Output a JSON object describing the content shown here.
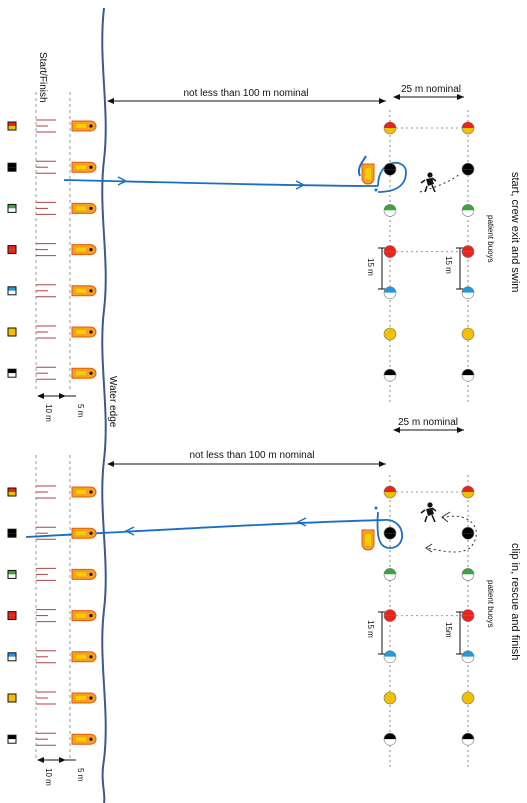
{
  "labels": {
    "start_finish": "Start/Finish",
    "water_edge": "Water edge",
    "distance_shore": "not less than 100 m nominal",
    "distance_buoys": "25 m nominal",
    "buoy_spacing": "15 m",
    "buoy_spacing_alt": "15m",
    "patient_buoys": "patient buoys",
    "lane_width": "10 m",
    "boat_spacing": "5 m"
  },
  "panels": [
    {
      "title": "start, crew exit and swim"
    },
    {
      "title": "clip in, rescue and finish"
    }
  ],
  "lane_colors": [
    {
      "marker": "red-yellow",
      "top": "#e8241c",
      "bottom": "#f2c000"
    },
    {
      "marker": "black",
      "top": "#000000",
      "bottom": "#000000"
    },
    {
      "marker": "green-white",
      "top": "#3aa53a",
      "bottom": "#ffffff"
    },
    {
      "marker": "red",
      "top": "#e8241c",
      "bottom": "#e8241c"
    },
    {
      "marker": "blue-white",
      "top": "#1e9be0",
      "bottom": "#ffffff"
    },
    {
      "marker": "yellow",
      "top": "#f2c000",
      "bottom": "#f2c000"
    },
    {
      "marker": "black-white",
      "top": "#000000",
      "bottom": "#ffffff"
    }
  ],
  "colors": {
    "swim_path": "#1a6fc4",
    "water_edge": "#3a5a8c",
    "boat_fill": "#f7a020",
    "boat_flame": "#f5d000",
    "lane_line": "#aa4444"
  }
}
